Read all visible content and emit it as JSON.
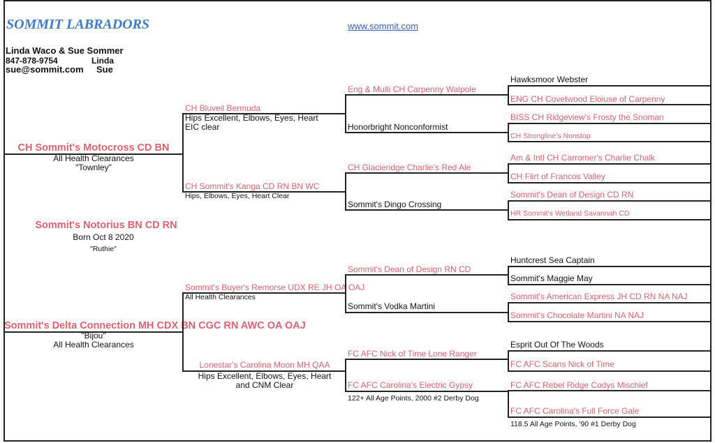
{
  "header": {
    "kennel": "SOMMIT LABRADORS",
    "url": "www.sommit.com",
    "owners": "Linda Waco & Sue Sommer",
    "phone": "847-878-9754",
    "phone_name": "Linda",
    "email": "sue@sommit.com",
    "email_name": "Sue"
  },
  "colors": {
    "title": "#3a7cc9",
    "titled_dog": "#e0606e",
    "link": "#3a5fc9"
  },
  "subject": {
    "name": "Sommit's Notorius BN CD RN",
    "born": "Born Oct 8 2020",
    "call_name": "\"Ruthie\""
  },
  "sire": {
    "name": "CH Sommit's Motocross CD BN",
    "note": "All Health Clearances",
    "call_name": "\"Townley\""
  },
  "dam": {
    "name": "Sommit's Delta Connection MH CDX BN CGC RN AWC OA OAJ",
    "call_name": "\"Bijou\"",
    "note": "All Health Clearances"
  },
  "gen2": [
    {
      "name": "CH Bluveil Bermuda",
      "note1": "Hips Excellent, Elbows, Eyes, Heart",
      "note2": "EIC clear"
    },
    {
      "name": "CH Sommit's Kanga CD RN BN WC",
      "note1": "Hips, Elbows, Eyes, Heart Clear"
    },
    {
      "name": "Sommit's Buyer's Remorse UDX RE JH OA OAJ",
      "note1": "All Health Clearances"
    },
    {
      "name": "Lonestar's Carolina Moon MH QAA",
      "note1": "Hips Excellent, Elbows, Eyes, Heart",
      "note2": "and CNM Clear"
    }
  ],
  "gen3": [
    {
      "name": "Eng & Multi CH Carpenny Walpole"
    },
    {
      "name": "Honorbright Nonconformist"
    },
    {
      "name": "CH Glacieridge Charlie's Red Ale"
    },
    {
      "name": "Sommit's Dingo Crossing"
    },
    {
      "name": "Sommit's Dean of Design RN CD"
    },
    {
      "name": "Sommit's Vodka Martini"
    },
    {
      "name": "FC AFC Nick of Time Lone Ranger"
    },
    {
      "name": "FC AFC Carolina's Electric Gypsy",
      "note": "122+ All Age Points, 2000 #2 Derby Dog"
    }
  ],
  "gen4": [
    {
      "name": "Hawksmoor Webster"
    },
    {
      "name": "ENG CH Covetwood Eloiuse of Carpenny"
    },
    {
      "name": "BISS CH Ridgeview's Frosty the Snoman"
    },
    {
      "name": "CH Strongline's Nonstop"
    },
    {
      "name": "Am & Intl CH Carromer's Charlie Chalk"
    },
    {
      "name": "CH Flirt of Francos Valley"
    },
    {
      "name": "Sommit's Dean of Design CD RN"
    },
    {
      "name": "HR Sommit's Wetland Savannah CD"
    },
    {
      "name": "Huntcrest Sea Captain"
    },
    {
      "name": "Sommit's Maggie May"
    },
    {
      "name": "Sommit's American Express JH CD RN NA NAJ"
    },
    {
      "name": "Sommit's Chocolate Martini NA NAJ"
    },
    {
      "name": "Esprit Out Of The Woods"
    },
    {
      "name": "FC AFC Scans Nick of Time"
    },
    {
      "name": "FC AFC Rebel Ridge Codys Mischief"
    },
    {
      "name": "FC AFC Carolina's Full Force Gale",
      "note": "118.5 All Age Points, '90 #1 Derby Dog"
    }
  ]
}
